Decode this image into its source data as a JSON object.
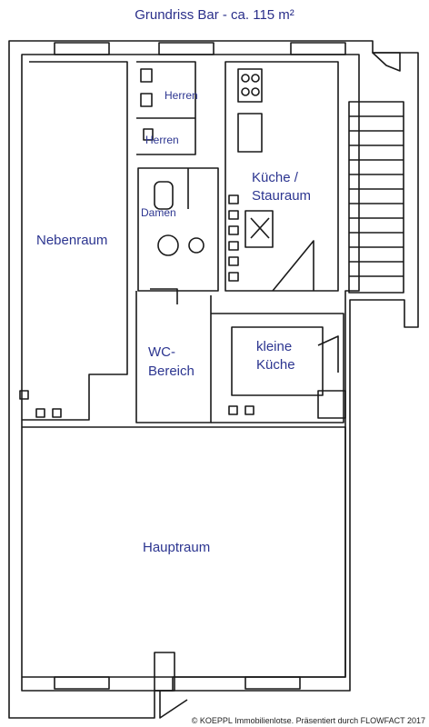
{
  "title": "Grundriss Bar - ca. 115 m²",
  "rooms": {
    "herren_1": "Herren",
    "herren_2": "Herren",
    "damen": "Damen",
    "kueche_line1": "Küche /",
    "kueche_line2": "Stauraum",
    "nebenraum": "Nebenraum",
    "wc_line1": "WC-",
    "wc_line2": "Bereich",
    "kleine_kueche_line1": "kleine",
    "kleine_kueche_line2": "Küche",
    "hauptraum": "Hauptraum"
  },
  "copyright": "© KOEPPL Immobilienlotse. Präsentiert durch FLOWFACT 2017",
  "colors": {
    "label": "#2c3590",
    "wall": "#1a1a1a"
  }
}
